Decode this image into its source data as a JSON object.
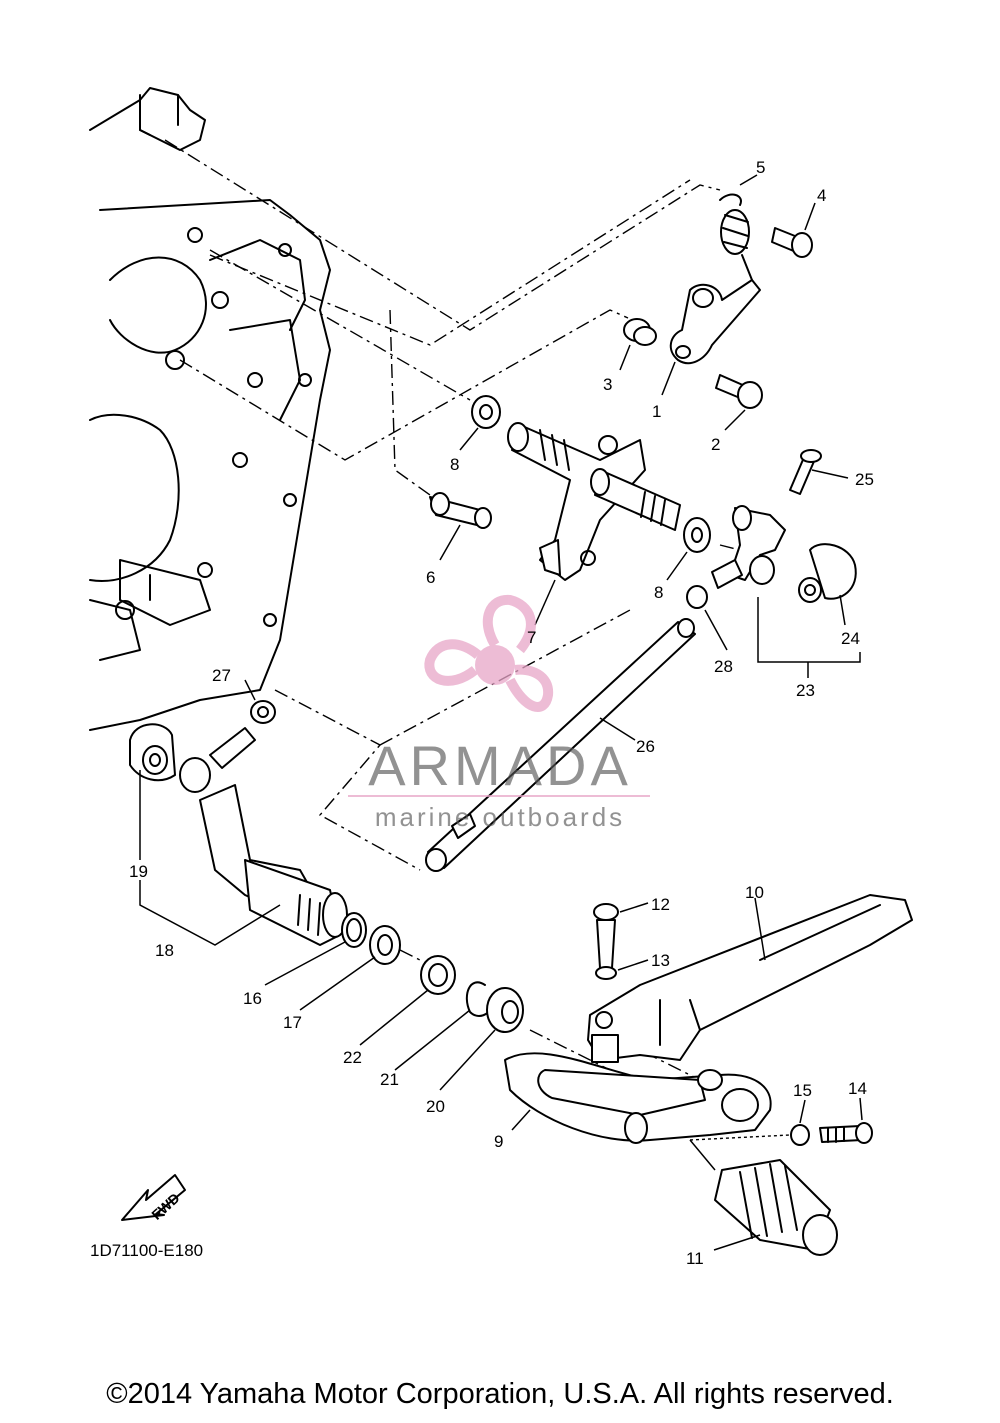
{
  "callouts": [
    "1",
    "2",
    "3",
    "4",
    "5",
    "6",
    "7",
    "8",
    "8",
    "9",
    "10",
    "11",
    "12",
    "13",
    "14",
    "15",
    "16",
    "17",
    "18",
    "19",
    "20",
    "21",
    "22",
    "23",
    "24",
    "25",
    "26",
    "27",
    "28"
  ],
  "diagram_code": "1D71100-E180",
  "fwd_label": "FWD",
  "watermark": {
    "name": "ARMADA",
    "tagline": "marine outboards",
    "accent_color": "#e8a6c8"
  },
  "copyright": "©2014 Yamaha Motor Corporation, U.S.A. All rights reserved."
}
